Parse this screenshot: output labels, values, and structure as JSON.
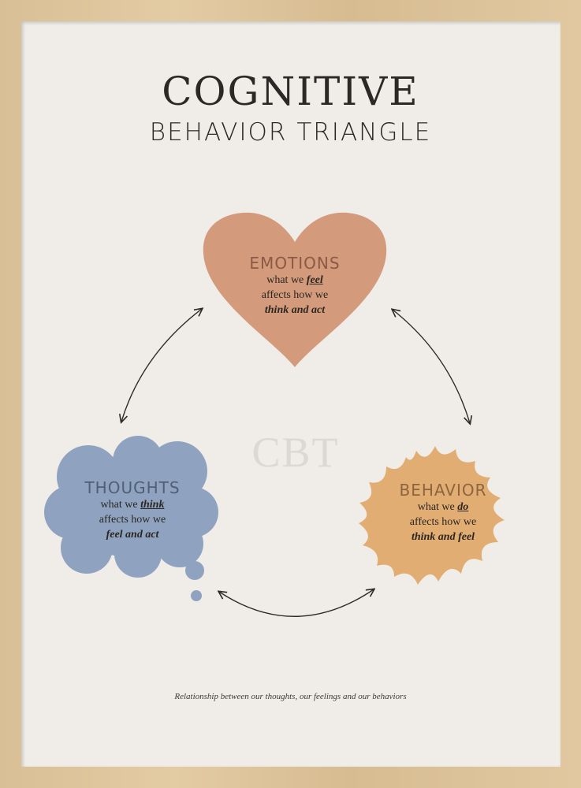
{
  "title": {
    "line1": "COGNITIVE",
    "line2": "BEHAVIOR TRIANGLE"
  },
  "center_label": "CBT",
  "nodes": {
    "emotions": {
      "shape": "heart",
      "color": "#d49a7c",
      "title_color": "#8a5a45",
      "title": "EMOTIONS",
      "line1_prefix": "what we ",
      "line1_emph": "feel",
      "line2": "affects how we",
      "line3": "think and act"
    },
    "thoughts": {
      "shape": "thought-cloud",
      "color": "#8fa3c0",
      "title_color": "#4f5f75",
      "title": "THOUGHTS",
      "line1_prefix": "what we ",
      "line1_emph": "think",
      "line2": "affects how we",
      "line3": "feel and act"
    },
    "behavior": {
      "shape": "starburst",
      "color": "#e2ad72",
      "title_color": "#8c6440",
      "title": "BEHAVIOR",
      "line1_prefix": "what we ",
      "line1_emph": "do",
      "line2": "affects how we",
      "line3": "think and feel"
    }
  },
  "arrows": [
    {
      "from": "emotions",
      "to": "thoughts",
      "direction": "bidirectional"
    },
    {
      "from": "emotions",
      "to": "behavior",
      "direction": "bidirectional"
    },
    {
      "from": "thoughts",
      "to": "behavior",
      "direction": "bidirectional"
    }
  ],
  "caption": "Relationship between our thoughts, our feelings and our behaviors",
  "colors": {
    "background": "#f0ede8",
    "frame": "#dcc29c",
    "text": "#2a2926",
    "watermark": "#dcd8d2"
  }
}
